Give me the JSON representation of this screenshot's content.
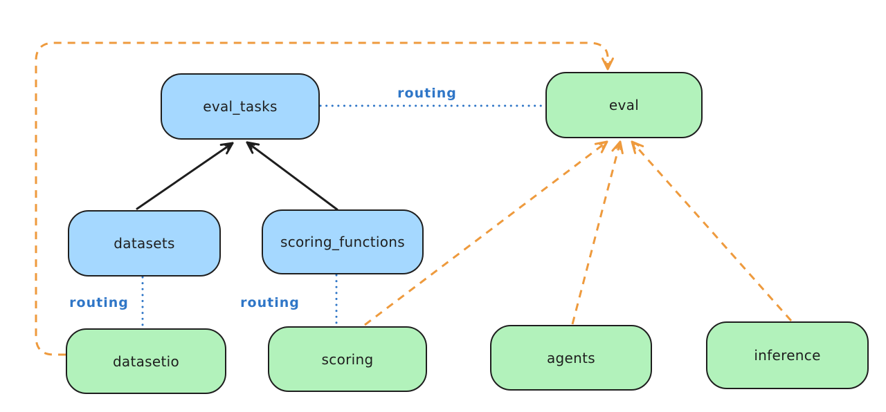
{
  "diagram": {
    "nodes": [
      {
        "id": "eval_tasks",
        "label": "eval_tasks",
        "kind": "registry"
      },
      {
        "id": "eval",
        "label": "eval",
        "kind": "provider"
      },
      {
        "id": "datasets",
        "label": "datasets",
        "kind": "registry"
      },
      {
        "id": "scoring_functions",
        "label": "scoring_functions",
        "kind": "registry"
      },
      {
        "id": "datasetio",
        "label": "datasetio",
        "kind": "provider"
      },
      {
        "id": "scoring",
        "label": "scoring",
        "kind": "provider"
      },
      {
        "id": "agents",
        "label": "agents",
        "kind": "provider"
      },
      {
        "id": "inference",
        "label": "inference",
        "kind": "provider"
      }
    ],
    "edges": [
      {
        "id": "datasets-eval_tasks",
        "from": "datasets",
        "to": "eval_tasks",
        "style": "solid",
        "color": "dependency",
        "arrow": true
      },
      {
        "id": "scoring_functions-eval_tasks",
        "from": "scoring_functions",
        "to": "eval_tasks",
        "style": "solid",
        "color": "dependency",
        "arrow": true
      },
      {
        "id": "eval_tasks-eval",
        "from": "eval_tasks",
        "to": "eval",
        "style": "dotted",
        "color": "routing",
        "arrow": false,
        "label": "routing"
      },
      {
        "id": "datasets-datasetio",
        "from": "datasets",
        "to": "datasetio",
        "style": "dotted",
        "color": "routing",
        "arrow": false,
        "label": "routing"
      },
      {
        "id": "scoring_functions-scoring",
        "from": "scoring_functions",
        "to": "scoring",
        "style": "dotted",
        "color": "routing",
        "arrow": false,
        "label": "routing"
      },
      {
        "id": "scoring-eval",
        "from": "scoring",
        "to": "eval",
        "style": "dashed",
        "color": "provider_impl",
        "arrow": true
      },
      {
        "id": "agents-eval",
        "from": "agents",
        "to": "eval",
        "style": "dashed",
        "color": "provider_impl",
        "arrow": true
      },
      {
        "id": "inference-eval",
        "from": "inference",
        "to": "eval",
        "style": "dashed",
        "color": "provider_impl",
        "arrow": true
      },
      {
        "id": "datasetio-eval",
        "from": "datasetio",
        "to": "eval",
        "style": "dashed",
        "color": "provider_impl",
        "arrow": true
      }
    ],
    "colors": {
      "registry_fill": "#a5d8ff",
      "provider_fill": "#b2f2bb",
      "node_stroke": "#1e1e1e",
      "text_color": "#1e1e1e",
      "dependency": "#1e1e1e",
      "routing": "#2f76c7",
      "provider_impl": "#ee9a3d",
      "background": "#ffffff"
    }
  }
}
